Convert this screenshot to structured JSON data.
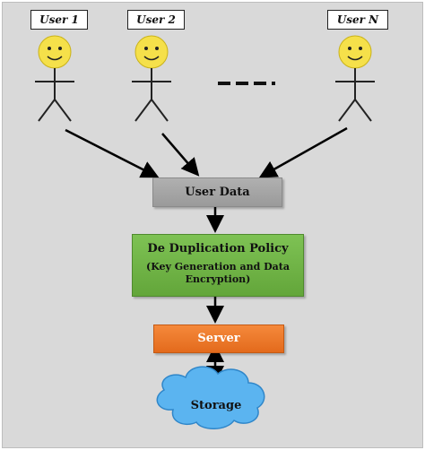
{
  "users": [
    {
      "label": "User 1"
    },
    {
      "label": "User 2"
    },
    {
      "label": "User N"
    }
  ],
  "boxes": {
    "user_data": "User Data",
    "policy_title": "De Duplication Policy",
    "policy_detail": "(Key Generation and Data Encryption)",
    "server": "Server",
    "storage": "Storage"
  },
  "colors": {
    "background": "#d9d9d9",
    "face": "#f5e04a",
    "user_data_box": "#a6a6a6",
    "policy_box": "#70b444",
    "server_box": "#ed7a2a",
    "storage_cloud": "#5bb4f0"
  },
  "icons": {
    "user_figure": "smiley-stick-figure-icon",
    "storage": "cloud-icon"
  }
}
